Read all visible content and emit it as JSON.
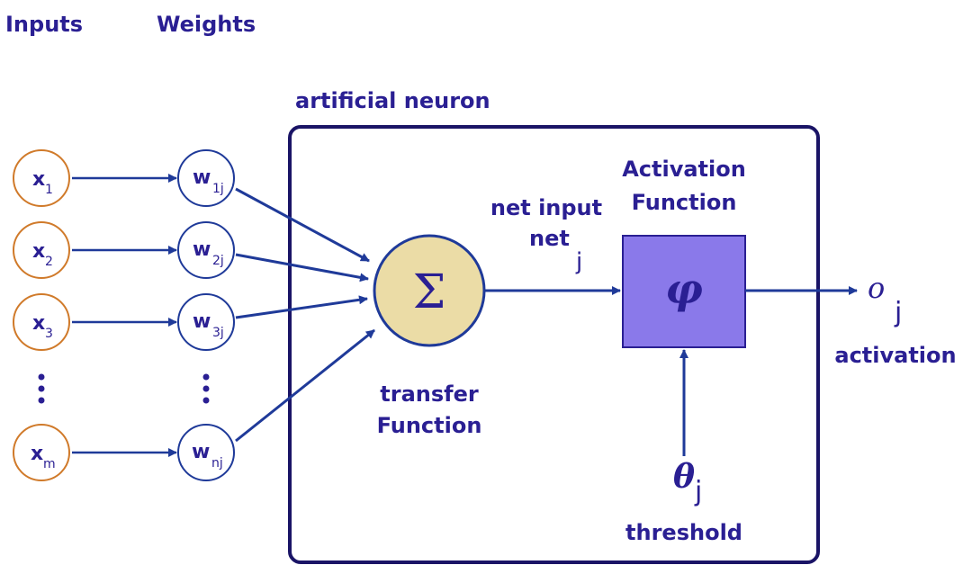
{
  "headers": {
    "inputs": "Inputs",
    "weights": "Weights"
  },
  "neuron": {
    "title": "artificial neuron"
  },
  "inputs": [
    {
      "main": "x",
      "sub": "1"
    },
    {
      "main": "x",
      "sub": "2"
    },
    {
      "main": "x",
      "sub": "3"
    },
    {
      "main": "x",
      "sub": "m"
    }
  ],
  "weights": [
    {
      "main": "w",
      "sub": "1j"
    },
    {
      "main": "w",
      "sub": "2j"
    },
    {
      "main": "w",
      "sub": "3j"
    },
    {
      "main": "w",
      "sub": "nj"
    }
  ],
  "ellipsis": "⋮",
  "summation": {
    "symbol": "Σ",
    "label_line1": "transfer",
    "label_line2": "Function"
  },
  "net_input": {
    "line1": "net input",
    "line2": "net",
    "sub": "j"
  },
  "activation_function": {
    "title_line1": "Activation",
    "title_line2": "Function",
    "symbol": "φ"
  },
  "output": {
    "symbol": "o",
    "sub": "j",
    "label": "activation"
  },
  "threshold": {
    "symbol": "θ",
    "sub": "j",
    "label": "threshold"
  },
  "colors": {
    "text": "#2a1f93",
    "arrow": "#1f3a99",
    "input_stroke": "#d07a2a",
    "weight_stroke": "#1f3a99",
    "sum_fill": "#ebdca6",
    "sum_stroke": "#1f3a99",
    "phi_fill": "#8a79ea",
    "phi_stroke": "#2a1f93",
    "box_stroke": "#1a1466"
  }
}
